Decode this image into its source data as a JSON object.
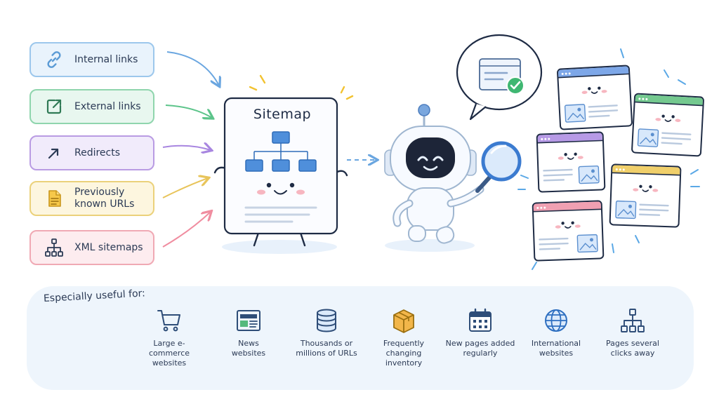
{
  "sources": [
    {
      "label": "Internal links",
      "icon": "link-icon",
      "color": "#5b9bd5"
    },
    {
      "label": "External links",
      "icon": "external-link-icon",
      "color": "#34a36a"
    },
    {
      "label": "Redirects",
      "icon": "redirect-arrow-icon",
      "color": "#8a5cc9"
    },
    {
      "label": "Previously known URLs",
      "icon": "document-icon",
      "color": "#e0a81f"
    },
    {
      "label": "XML sitemaps",
      "icon": "sitemap-tree-icon",
      "color": "#e0566c"
    }
  ],
  "sitemap": {
    "title": "Sitemap"
  },
  "useful": {
    "heading": "Especially useful for:",
    "items": [
      {
        "label": "Large e-commerce websites",
        "icon": "shopping-cart-icon"
      },
      {
        "label": "News websites",
        "icon": "newspaper-icon"
      },
      {
        "label": "Thousands or millions of URLs",
        "icon": "database-icon"
      },
      {
        "label": "Frequently changing inventory",
        "icon": "box-icon"
      },
      {
        "label": "New pages added regularly",
        "icon": "calendar-icon"
      },
      {
        "label": "International websites",
        "icon": "globe-icon"
      },
      {
        "label": "Pages several clicks away",
        "icon": "hierarchy-icon"
      }
    ]
  }
}
